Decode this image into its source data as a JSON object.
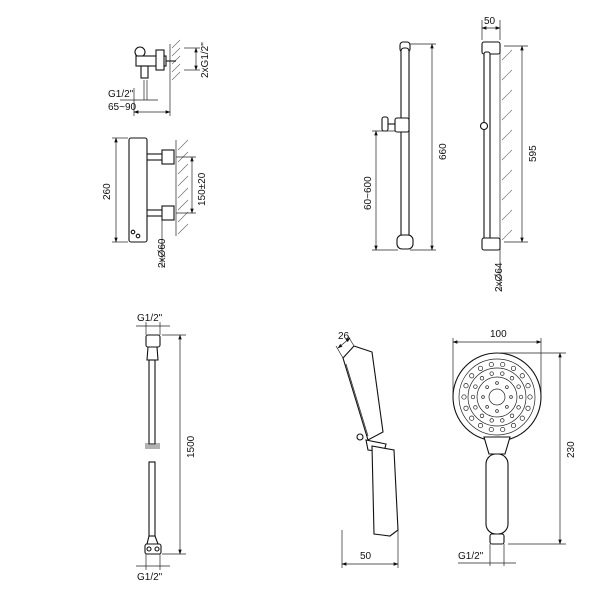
{
  "thermostat_mixer": {
    "label_inlet_thread": "2xG1/2\"",
    "label_outlet_thread": "G1/2\"",
    "label_wall_offset": "65~90",
    "label_height": "260",
    "label_inlet_spacing": "150±20",
    "label_flange_diameter": "2xØ60"
  },
  "slide_rail": {
    "label_depth": "50",
    "label_total_length": "660",
    "label_holder_range": "60~600",
    "label_fixing_distance": "595",
    "label_bracket_diameter": "2xØ64"
  },
  "shower_hose": {
    "label_thread_top": "G1/2\"",
    "label_length": "1500",
    "label_thread_bottom": "G1/2\""
  },
  "hand_shower": {
    "label_neck_width": "26",
    "label_handle_depth": "50",
    "label_head_diameter": "100",
    "label_height": "230",
    "label_thread": "G1/2\""
  }
}
